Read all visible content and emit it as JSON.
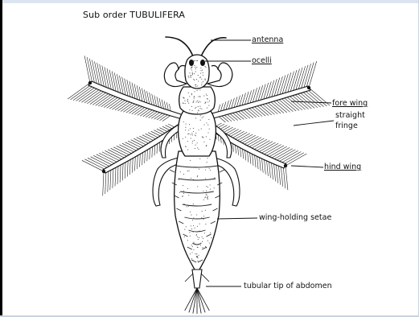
{
  "diagram": {
    "title": "Sub order  TUBULIFERA",
    "labels": {
      "antenna": "antenna",
      "ocelli": "ocelli",
      "fore_wing": "fore wing",
      "straight_fringe_line1": "straight",
      "straight_fringe_line2": "fringe",
      "hind_wing": "hind wing",
      "wing_holding_setae": "wing-holding setae",
      "tubular_tip": "tubular tip of abdomen"
    }
  },
  "colors": {
    "ink": "#111111",
    "paper": "#ffffff",
    "frame_left": "#000000",
    "frame_top": "#dbe4f0"
  }
}
